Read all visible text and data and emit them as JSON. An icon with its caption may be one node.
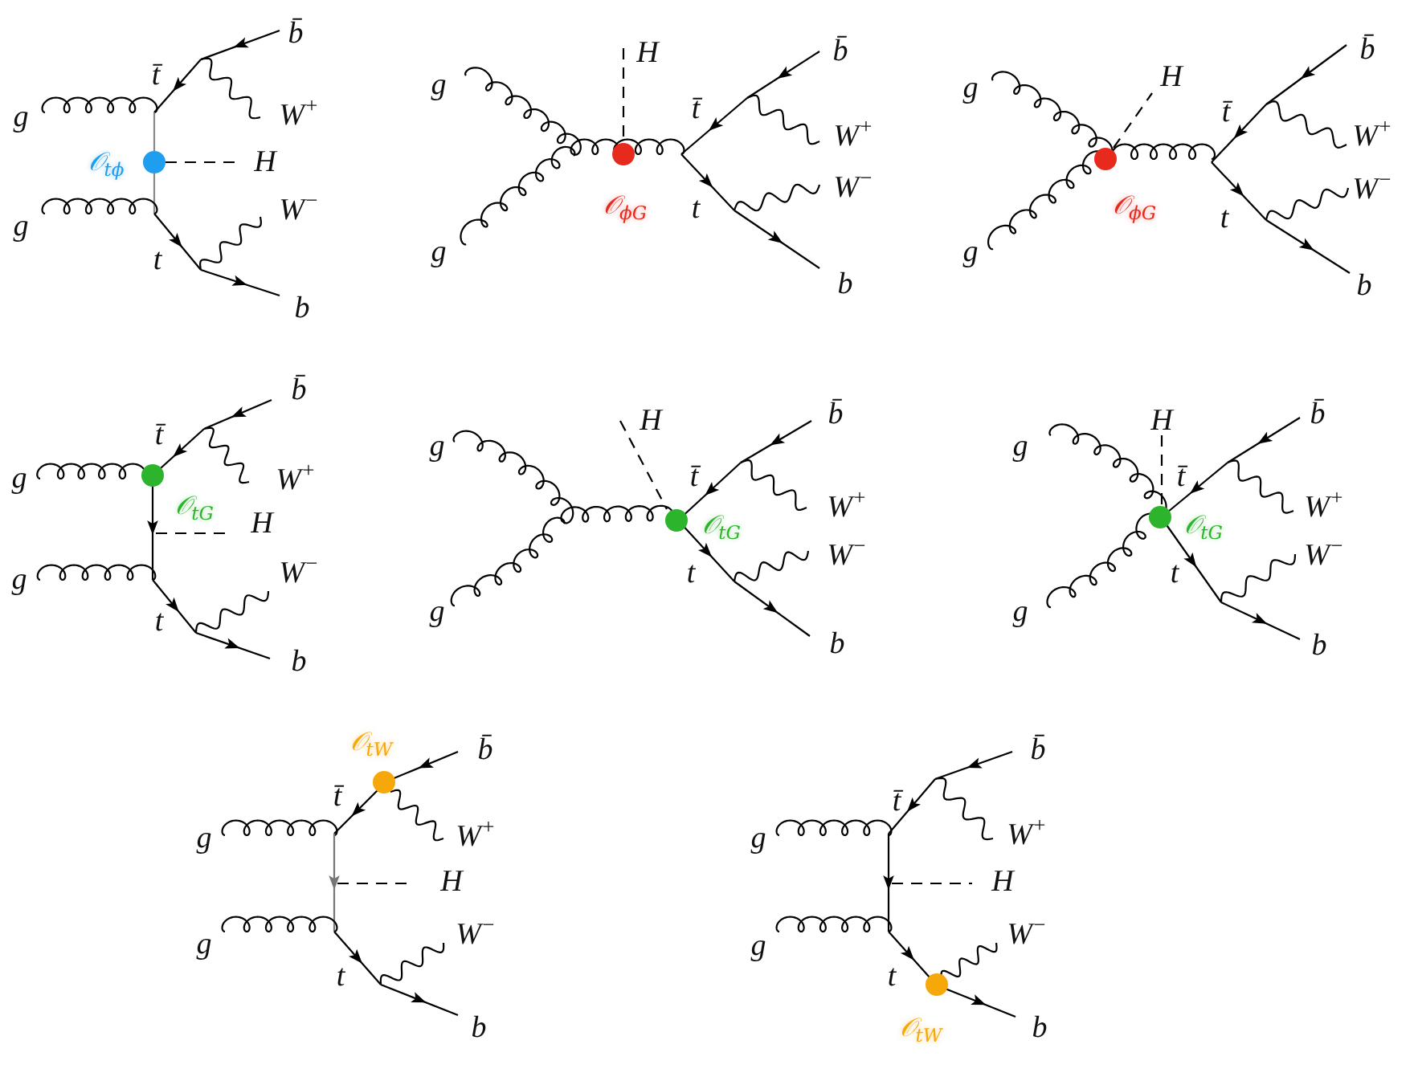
{
  "diagram": {
    "labels": [
      "b̄",
      "t̄",
      "g",
      "W$^{+}$",
      "𝒪$_{tϕ}$",
      "H",
      "W$^{−}$",
      "g",
      "t",
      "b",
      "H",
      "b̄",
      "g",
      "t̄",
      "W$^{+}$",
      "W$^{−}$",
      "𝒪$_{ϕG}$",
      "t",
      "g",
      "b",
      "H",
      "b̄",
      "g",
      "t̄",
      "W$^{+}$",
      "W$^{−}$",
      "𝒪$_{ϕG}$",
      "t",
      "g",
      "b",
      "b̄",
      "t̄",
      "g",
      "W$^{+}$",
      "𝒪$_{tG}$",
      "H",
      "W$^{−}$",
      "g",
      "t",
      "b",
      "H",
      "b̄",
      "g",
      "t̄",
      "W$^{+}$",
      "𝒪$_{tG}$",
      "W$^{−}$",
      "t",
      "g",
      "b",
      "H",
      "b̄",
      "g",
      "t̄",
      "W$^{+}$",
      "𝒪$_{tG}$",
      "W$^{−}$",
      "t",
      "g",
      "b",
      "𝒪$_{tW}$",
      "b̄",
      "t̄",
      "g",
      "W$^{+}$",
      "H",
      "W$^{−}$",
      "g",
      "t",
      "b",
      "b̄",
      "t̄",
      "g",
      "W$^{+}$",
      "H",
      "W$^{−}$",
      "g",
      "t",
      "𝒪$_{tW}$",
      "b"
    ]
  }
}
